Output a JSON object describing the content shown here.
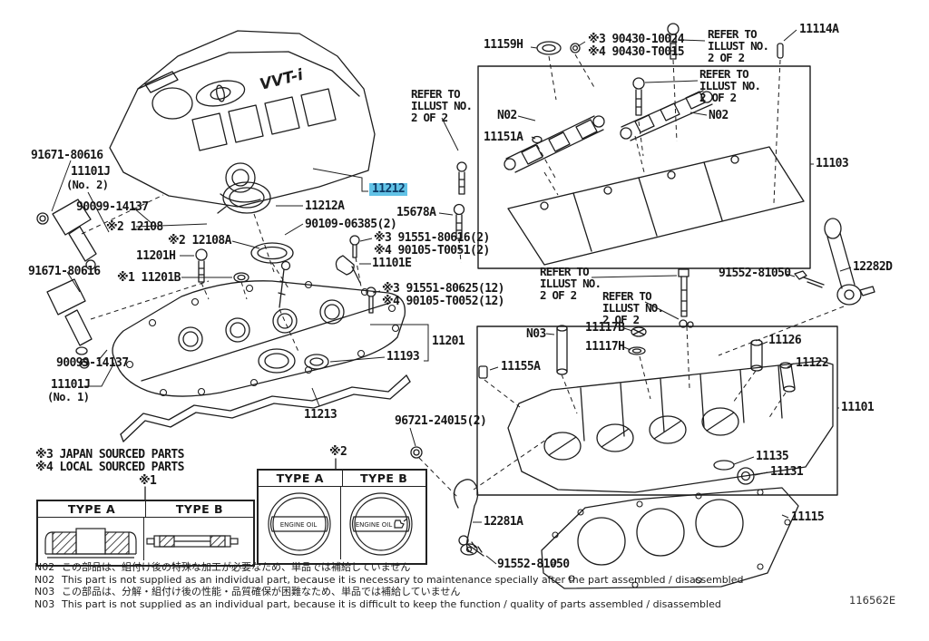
{
  "diagram": {
    "code": "116562E",
    "highlight_color": "#62c2e6",
    "cover_text": "VVT-i",
    "labels": [
      {
        "id": "91671-80616-top",
        "text": "91671-80616"
      },
      {
        "id": "11101J-no2",
        "text": "11101J"
      },
      {
        "id": "11101J-no2-sub",
        "text": "(No. 2)"
      },
      {
        "id": "90099-14137-top",
        "text": "90099-14137"
      },
      {
        "id": "12108",
        "text": "※2 12108"
      },
      {
        "id": "12108A",
        "text": "※2 12108A"
      },
      {
        "id": "11201H",
        "text": "11201H"
      },
      {
        "id": "11201B",
        "text": "※1 11201B"
      },
      {
        "id": "91671-80616-bot",
        "text": "91671-80616"
      },
      {
        "id": "90099-14137-bot",
        "text": "90099-14137"
      },
      {
        "id": "11101J-no1",
        "text": "11101J"
      },
      {
        "id": "11101J-no1-sub",
        "text": "(No. 1)"
      },
      {
        "id": "11213",
        "text": "11213"
      },
      {
        "id": "11212",
        "text": "11212"
      },
      {
        "id": "11212A",
        "text": "11212A"
      },
      {
        "id": "90109-06385",
        "text": "90109-06385(2)"
      },
      {
        "id": "15678A",
        "text": "15678A"
      },
      {
        "id": "91551-80616",
        "text": "※3 91551-80616(2)"
      },
      {
        "id": "90105-T0051",
        "text": "※4 90105-T0051(2)"
      },
      {
        "id": "11101E",
        "text": "11101E"
      },
      {
        "id": "91551-80625",
        "text": "※3 91551-80625(12)"
      },
      {
        "id": "90105-T0052",
        "text": "※4 90105-T0052(12)"
      },
      {
        "id": "11201",
        "text": "11201"
      },
      {
        "id": "11193",
        "text": "11193"
      },
      {
        "id": "96721-24015",
        "text": "96721-24015(2)"
      },
      {
        "id": "legend-japan",
        "text": "※3 JAPAN SOURCED PARTS"
      },
      {
        "id": "legend-local",
        "text": "※4 LOCAL SOURCED PARTS"
      },
      {
        "id": "mark-1",
        "text": "※1"
      },
      {
        "id": "mark-2",
        "text": "※2"
      },
      {
        "id": "12281A",
        "text": "12281A"
      },
      {
        "id": "91552-81050-bot",
        "text": "91552-81050"
      },
      {
        "id": "11115",
        "text": "11115"
      },
      {
        "id": "11131",
        "text": "11131"
      },
      {
        "id": "11135",
        "text": "11135"
      },
      {
        "id": "11101",
        "text": "11101"
      },
      {
        "id": "11122",
        "text": "11122"
      },
      {
        "id": "11126",
        "text": "11126"
      },
      {
        "id": "12282D",
        "text": "12282D"
      },
      {
        "id": "91552-81050-top",
        "text": "91552-81050"
      },
      {
        "id": "11103",
        "text": "11103"
      },
      {
        "id": "11159H",
        "text": "11159H"
      },
      {
        "id": "90430-10024",
        "text": "※3 90430-10024"
      },
      {
        "id": "90430-T0015",
        "text": "※4 90430-T0015"
      },
      {
        "id": "refer-top-right",
        "text": "REFER TO\nILLUST NO.\n2 OF 2"
      },
      {
        "id": "11114A",
        "text": "11114A"
      },
      {
        "id": "refer-top-right-2",
        "text": "REFER TO\nILLUST NO.\n2 OF 2"
      },
      {
        "id": "N02-left",
        "text": "N02"
      },
      {
        "id": "N02-right",
        "text": "N02"
      },
      {
        "id": "11151A",
        "text": "11151A"
      },
      {
        "id": "refer-left",
        "text": "REFER TO\nILLUST NO.\n2 OF 2"
      },
      {
        "id": "refer-mid-1",
        "text": "REFER TO\nILLUST NO.\n2 OF 2"
      },
      {
        "id": "refer-mid-2",
        "text": "REFER TO\nILLUST NO.\n2 OF 2"
      },
      {
        "id": "N03",
        "text": "N03"
      },
      {
        "id": "11117B",
        "text": "11117B"
      },
      {
        "id": "11117H",
        "text": "11117H"
      },
      {
        "id": "11155A",
        "text": "11155A"
      }
    ],
    "tables": {
      "t1": {
        "mark": "※1",
        "col_a": "TYPE A",
        "col_b": "TYPE B"
      },
      "t2": {
        "mark": "※2",
        "col_a": "TYPE A",
        "col_b": "TYPE B",
        "cap_label": "ENGINE OIL"
      }
    },
    "notes": [
      {
        "code": "N02",
        "text": "この部品は、組付け後の特殊な加工が必要なため、単品では補給していません"
      },
      {
        "code": "N02",
        "text": "This part is not supplied as an individual part, because it is necessary to maintenance specially after the part assembled / disassembled"
      },
      {
        "code": "N03",
        "text": "この部品は、分解・組付け後の性能・品質確保が困難なため、単品では補給していません"
      },
      {
        "code": "N03",
        "text": "This part is not supplied as an individual part, because it is difficult to keep the function / quality of parts  assembled / disassembled"
      }
    ]
  }
}
